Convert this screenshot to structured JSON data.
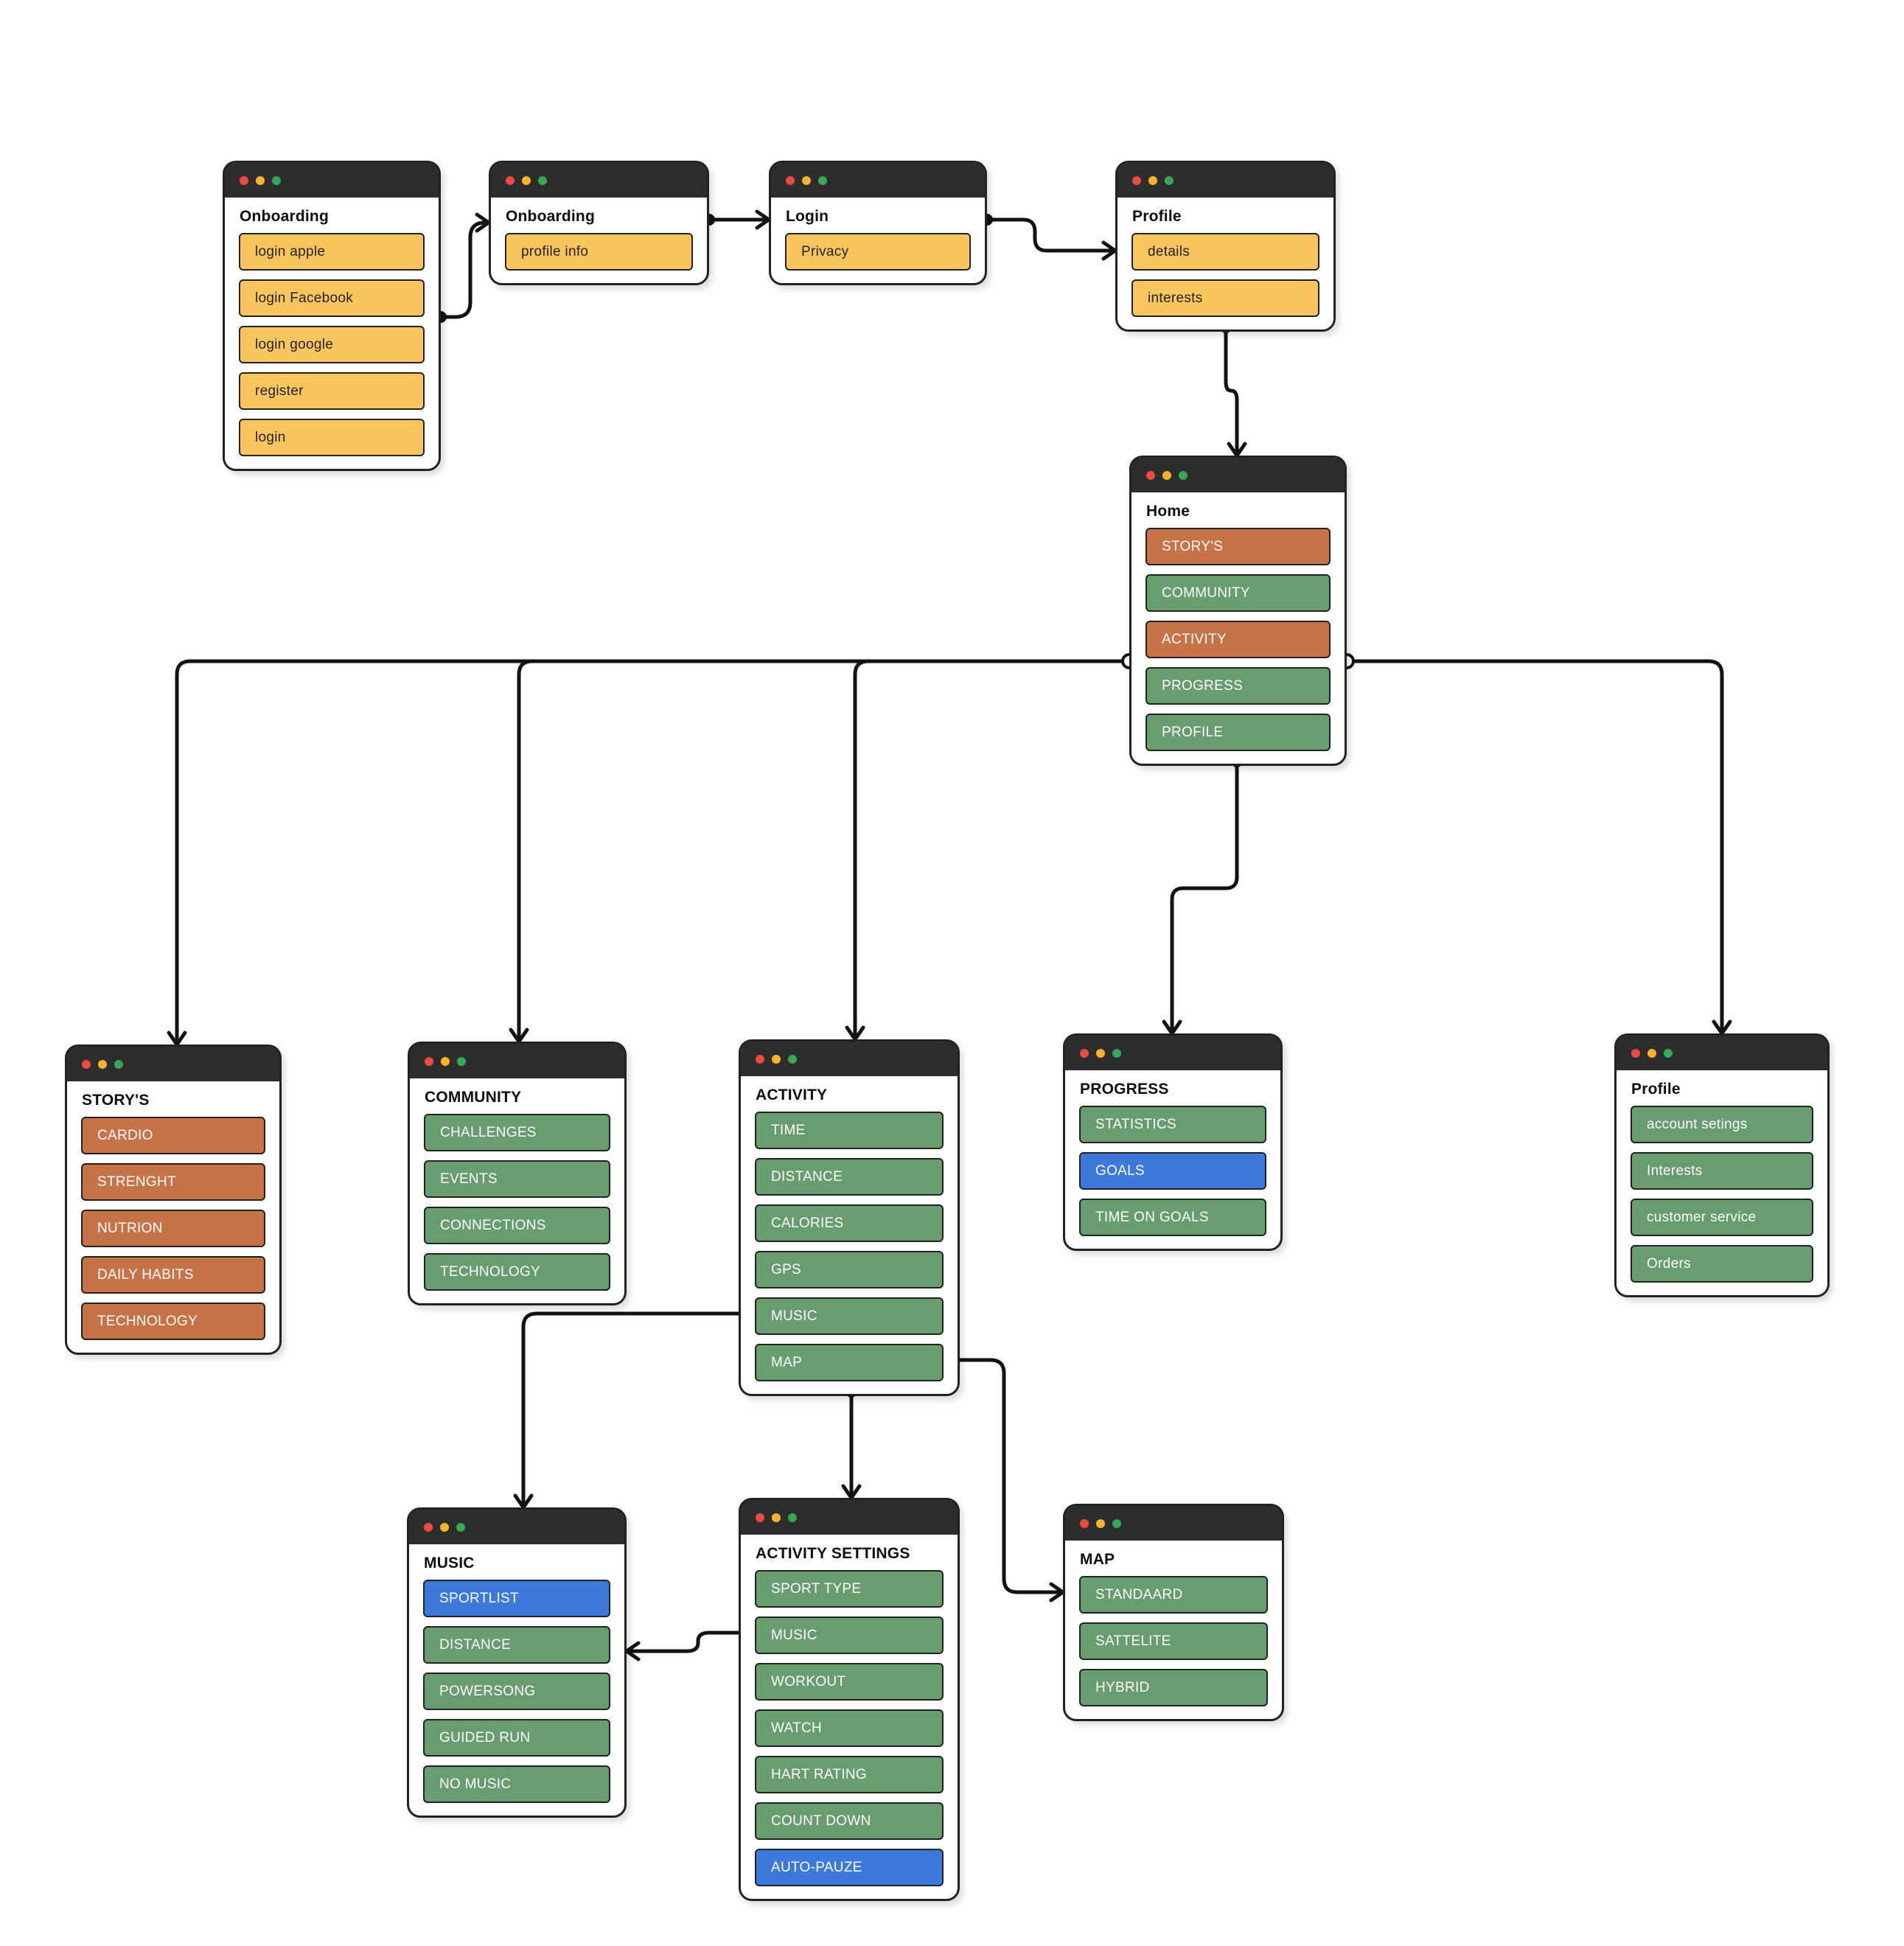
{
  "palette": {
    "window_header": "#2d2d2d",
    "window_border": "#222222",
    "yellow_button": "#F8C55E",
    "orange_button": "#C57347",
    "green_button": "#689D6F",
    "blue_button": "#3D79DB",
    "traffic_red": "#EE4B40",
    "traffic_yellow": "#F6B42C",
    "traffic_green": "#34A853",
    "connector": "#121212"
  },
  "windows": [
    {
      "id": "onboarding-1",
      "title": "Onboarding",
      "buttons": [
        {
          "label": "login apple",
          "color": "yellow"
        },
        {
          "label": "login Facebook",
          "color": "yellow"
        },
        {
          "label": "login google",
          "color": "yellow"
        },
        {
          "label": "register",
          "color": "yellow"
        },
        {
          "label": "login",
          "color": "yellow"
        }
      ]
    },
    {
      "id": "onboarding-2",
      "title": "Onboarding",
      "buttons": [
        {
          "label": "profile info",
          "color": "yellow"
        }
      ]
    },
    {
      "id": "login",
      "title": "Login",
      "buttons": [
        {
          "label": "Privacy",
          "color": "yellow"
        }
      ]
    },
    {
      "id": "profile-top",
      "title": "Profile",
      "buttons": [
        {
          "label": "details",
          "color": "yellow"
        },
        {
          "label": "interests",
          "color": "yellow"
        }
      ]
    },
    {
      "id": "home",
      "title": "Home",
      "buttons": [
        {
          "label": "STORY'S",
          "color": "orange"
        },
        {
          "label": "COMMUNITY",
          "color": "green"
        },
        {
          "label": "ACTIVITY",
          "color": "orange"
        },
        {
          "label": "PROGRESS",
          "color": "green"
        },
        {
          "label": "PROFILE",
          "color": "green"
        }
      ]
    },
    {
      "id": "storys",
      "title": "STORY'S",
      "buttons": [
        {
          "label": "CARDIO",
          "color": "orange"
        },
        {
          "label": "STRENGHT",
          "color": "orange"
        },
        {
          "label": "NUTRION",
          "color": "orange"
        },
        {
          "label": "DAILY HABITS",
          "color": "orange"
        },
        {
          "label": "TECHNOLOGY",
          "color": "orange"
        }
      ]
    },
    {
      "id": "community",
      "title": "COMMUNITY",
      "buttons": [
        {
          "label": "CHALLENGES",
          "color": "green"
        },
        {
          "label": "EVENTS",
          "color": "green"
        },
        {
          "label": "CONNECTIONS",
          "color": "green"
        },
        {
          "label": "TECHNOLOGY",
          "color": "green"
        }
      ]
    },
    {
      "id": "activity",
      "title": "ACTIVITY",
      "buttons": [
        {
          "label": "TIME",
          "color": "green"
        },
        {
          "label": "DISTANCE",
          "color": "green"
        },
        {
          "label": "CALORIES",
          "color": "green"
        },
        {
          "label": "GPS",
          "color": "green"
        },
        {
          "label": "MUSIC",
          "color": "green"
        },
        {
          "label": "MAP",
          "color": "green"
        }
      ]
    },
    {
      "id": "progress",
      "title": "PROGRESS",
      "buttons": [
        {
          "label": "STATISTICS",
          "color": "green"
        },
        {
          "label": "GOALS",
          "color": "blue"
        },
        {
          "label": "TIME ON GOALS",
          "color": "green"
        }
      ]
    },
    {
      "id": "profile-bottom",
      "title": "Profile",
      "buttons": [
        {
          "label": "account setings",
          "color": "green"
        },
        {
          "label": "Interests",
          "color": "green"
        },
        {
          "label": "customer service",
          "color": "green"
        },
        {
          "label": "Orders",
          "color": "green"
        }
      ]
    },
    {
      "id": "music",
      "title": "MUSIC",
      "buttons": [
        {
          "label": "SPORTLIST",
          "color": "blue"
        },
        {
          "label": "DISTANCE",
          "color": "green"
        },
        {
          "label": "POWERSONG",
          "color": "green"
        },
        {
          "label": "GUIDED RUN",
          "color": "green"
        },
        {
          "label": "NO MUSIC",
          "color": "green"
        }
      ]
    },
    {
      "id": "activity-settings",
      "title": "ACTIVITY SETTINGS",
      "buttons": [
        {
          "label": "SPORT TYPE",
          "color": "green"
        },
        {
          "label": "MUSIC",
          "color": "green"
        },
        {
          "label": "WORKOUT",
          "color": "green"
        },
        {
          "label": "WATCH",
          "color": "green"
        },
        {
          "label": "HART RATING",
          "color": "green"
        },
        {
          "label": "COUNT DOWN",
          "color": "green"
        },
        {
          "label": "AUTO-PAUZE",
          "color": "blue"
        }
      ]
    },
    {
      "id": "map",
      "title": "MAP",
      "buttons": [
        {
          "label": "STANDAARD",
          "color": "green"
        },
        {
          "label": "SATTELITE",
          "color": "green"
        },
        {
          "label": "HYBRID",
          "color": "green"
        }
      ]
    }
  ],
  "edges": [
    {
      "from": "onboarding-1",
      "to": "onboarding-2"
    },
    {
      "from": "onboarding-2",
      "to": "login"
    },
    {
      "from": "login",
      "to": "profile-top"
    },
    {
      "from": "profile-top",
      "to": "home"
    },
    {
      "from": "home",
      "to": "storys"
    },
    {
      "from": "home",
      "to": "community"
    },
    {
      "from": "home",
      "to": "activity"
    },
    {
      "from": "home",
      "to": "profile-bottom"
    },
    {
      "from": "home",
      "to": "progress"
    },
    {
      "from": "activity.music",
      "to": "music"
    },
    {
      "from": "activity",
      "to": "activity-settings"
    },
    {
      "from": "activity.map",
      "to": "map"
    },
    {
      "from": "activity-settings.music",
      "to": "music.distance"
    }
  ]
}
